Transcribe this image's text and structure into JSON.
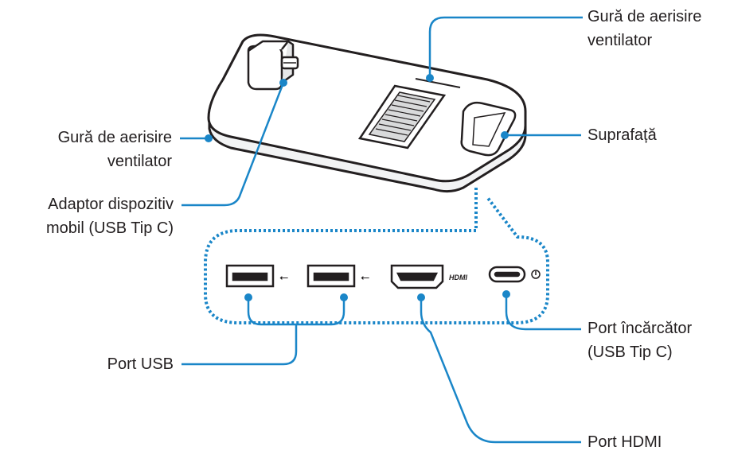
{
  "labels": {
    "fan_vent_top": "Gură de aerisire\nventilator",
    "surface": "Suprafață",
    "fan_vent_left": "Gură de aerisire\nventilator",
    "mobile_adapter": "Adaptor dispozitiv\nmobil (USB Tip C)",
    "usb_port": "Port USB",
    "charger_port": "Port încărcător\n(USB Tip C)",
    "hdmi_port": "Port HDMI"
  },
  "port_panel": {
    "hdmi_mark": "HDMI"
  },
  "colors": {
    "leader_line": "#1a86c8",
    "outline": "#231f20",
    "dotted_border": "#1a86c8"
  }
}
